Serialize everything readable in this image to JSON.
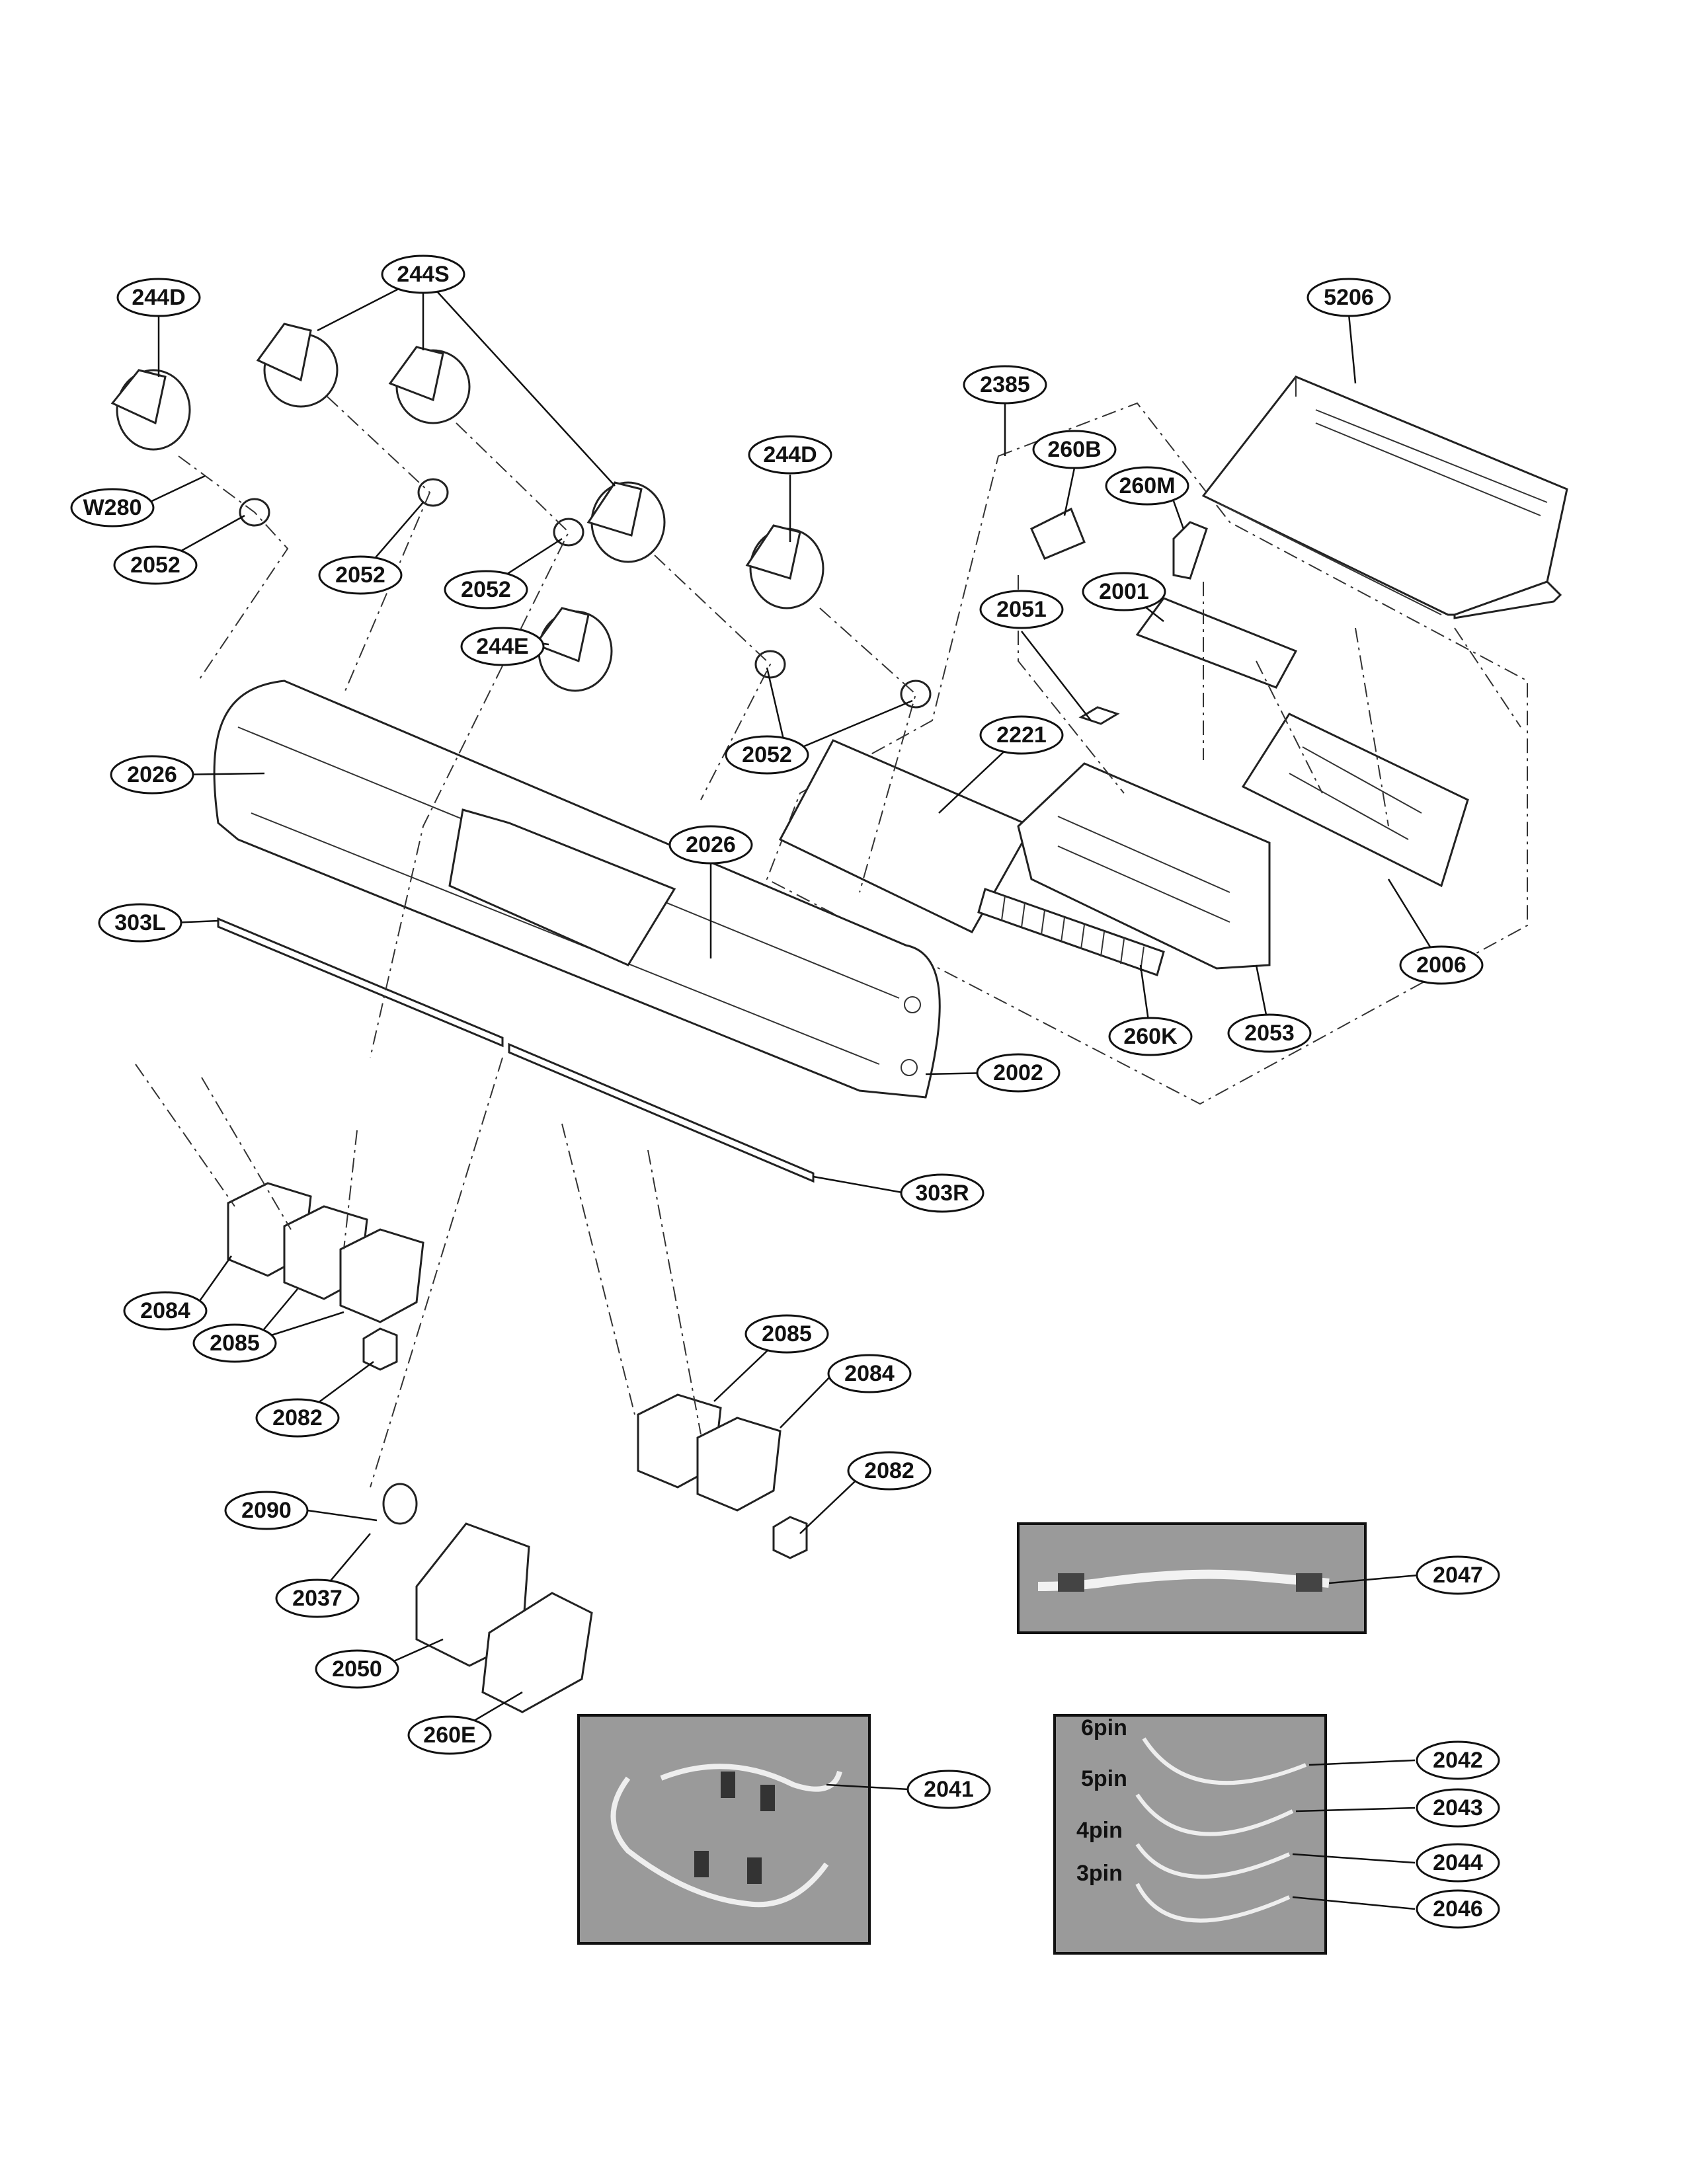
{
  "parts": {
    "p244D_a": "244D",
    "p244S": "244S",
    "p5206": "5206",
    "p2385": "2385",
    "p260B": "260B",
    "p260M": "260M",
    "pW280": "W280",
    "p2052_a": "2052",
    "p2052_b": "2052",
    "p2052_c": "2052",
    "p244D_b": "244D",
    "p2051": "2051",
    "p2001": "2001",
    "p244E": "244E",
    "p2052_d": "2052",
    "p2221": "2221",
    "p2026_a": "2026",
    "p2026_b": "2026",
    "p303L": "303L",
    "p2006": "2006",
    "p260K": "260K",
    "p2053": "2053",
    "p2002": "2002",
    "p303R": "303R",
    "p2084_a": "2084",
    "p2085_a": "2085",
    "p2082_a": "2082",
    "p2085_b": "2085",
    "p2084_b": "2084",
    "p2082_b": "2082",
    "p2090": "2090",
    "p2037": "2037",
    "p2050": "2050",
    "p260E": "260E",
    "p2047": "2047",
    "p2041": "2041",
    "p2042": "2042",
    "p2043": "2043",
    "p2044": "2044",
    "p2046": "2046"
  },
  "pins": {
    "six": "6pin",
    "five": "5pin",
    "four": "4pin",
    "three": "3pin"
  }
}
